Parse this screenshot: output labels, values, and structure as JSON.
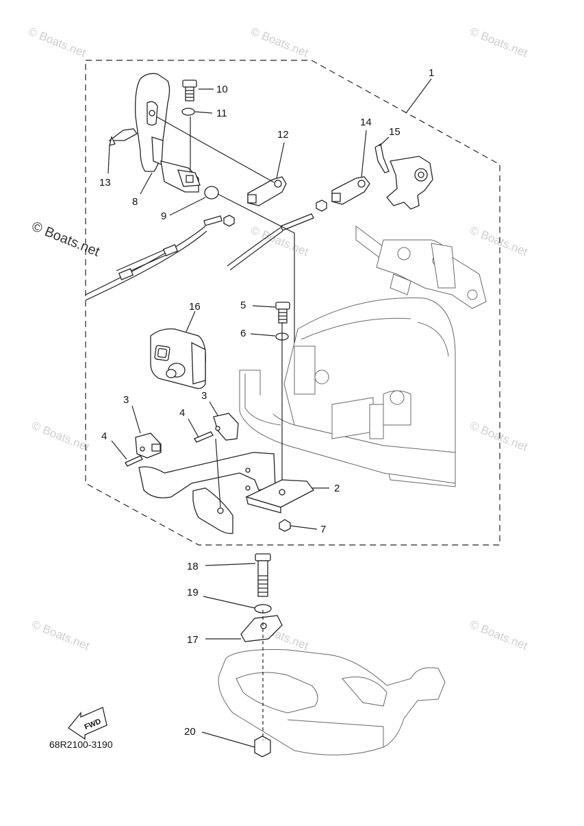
{
  "diagram": {
    "part_code": "68R2100-3190",
    "fwd_label": "FWD",
    "watermark": "© Boats.net",
    "callouts": [
      "1",
      "2",
      "3",
      "3",
      "4",
      "4",
      "5",
      "6",
      "7",
      "8",
      "9",
      "10",
      "11",
      "12",
      "13",
      "14",
      "15",
      "16",
      "17",
      "18",
      "19",
      "20"
    ]
  }
}
